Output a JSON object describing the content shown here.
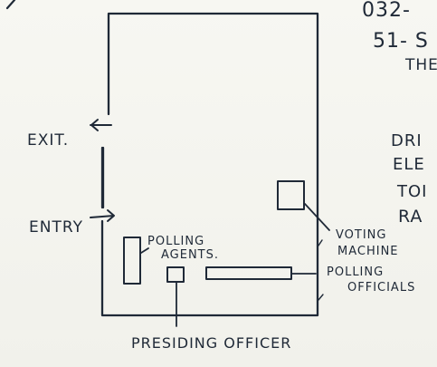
{
  "top_right_notes": {
    "line1": "032-",
    "line2": "51- S",
    "line3": "THE",
    "line4": "DRI",
    "line5": "ELE",
    "line6": "TOI",
    "line7": "RA"
  },
  "labels": {
    "exit": "EXIT.",
    "entry": "ENTRY",
    "polling_agents_line1": "POLLING",
    "polling_agents_line2": "AGENTS.",
    "voting_machine_line1": "VOTING",
    "voting_machine_line2": "MACHINE",
    "polling_officials_line1": "POLLING",
    "polling_officials_line2": "OFFICIALS",
    "presiding_officer": "PRESIDING OFFICER"
  }
}
